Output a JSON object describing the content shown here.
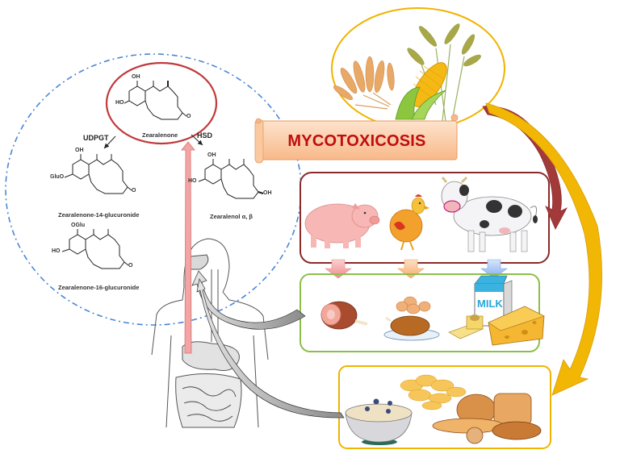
{
  "title": "MYCOTOXICOSIS",
  "colors": {
    "metabolism_circle": "#4a86d8",
    "zearalenone_ring": "#c0393b",
    "cereal_ring": "#f0b400",
    "animal_box": "#8b2a2a",
    "food_box": "#8cbf4a",
    "cereal_food_box": "#f0b400",
    "banner_fill": "#fcd5b0",
    "banner_text": "#c00d0d",
    "uptake_arrow": "#f3a5a5",
    "arrow_red": "#a33a3a",
    "arrow_gold": "#f2b705"
  },
  "metabolism": {
    "parent": {
      "name": "Zearalenone",
      "substituents": [
        "OH",
        "HO",
        "O"
      ]
    },
    "enzymes": {
      "left": "UDPGT",
      "right": "HSD"
    },
    "metabolites": [
      {
        "name": "Zearalenone-14-glucuronide",
        "substituents": [
          "OH",
          "GluO",
          "O"
        ]
      },
      {
        "name": "Zearalenone-16-glucuronide",
        "substituents": [
          "OGlu",
          "HO",
          "O"
        ]
      },
      {
        "name": "Zearalenol α, β",
        "substituents": [
          "OH",
          "HO",
          "OH"
        ]
      }
    ]
  },
  "sources": {
    "cereals": [
      "wheat",
      "barley",
      "corn"
    ],
    "animals": [
      "pig",
      "chicken",
      "cow"
    ],
    "animal_products": [
      "ham",
      "eggs",
      "roast chicken",
      "milk",
      "butter",
      "cheese"
    ],
    "milk_label": "MILK",
    "cereal_products": [
      "oatmeal",
      "corn flakes",
      "bread"
    ]
  },
  "human": {
    "label": "human digestive tract"
  }
}
